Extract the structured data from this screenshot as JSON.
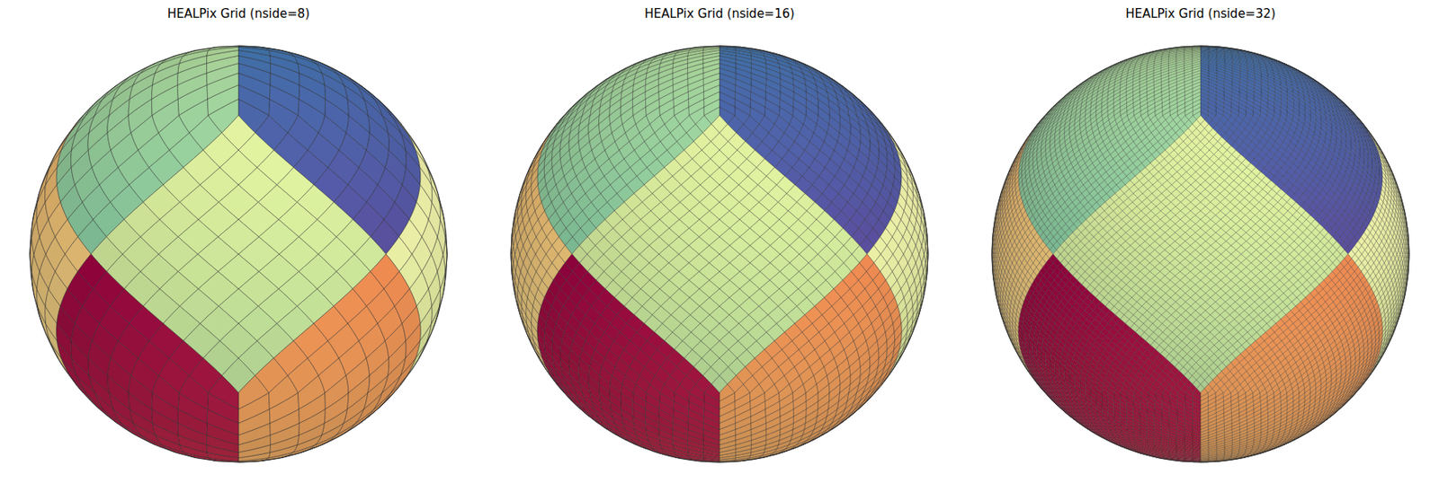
{
  "diagram": {
    "labels": [
      "HEALPix Grid (nside=8)",
      "HEALPix Grid (nside=16)",
      "HEALPix Grid (nside=32)"
    ]
  }
}
